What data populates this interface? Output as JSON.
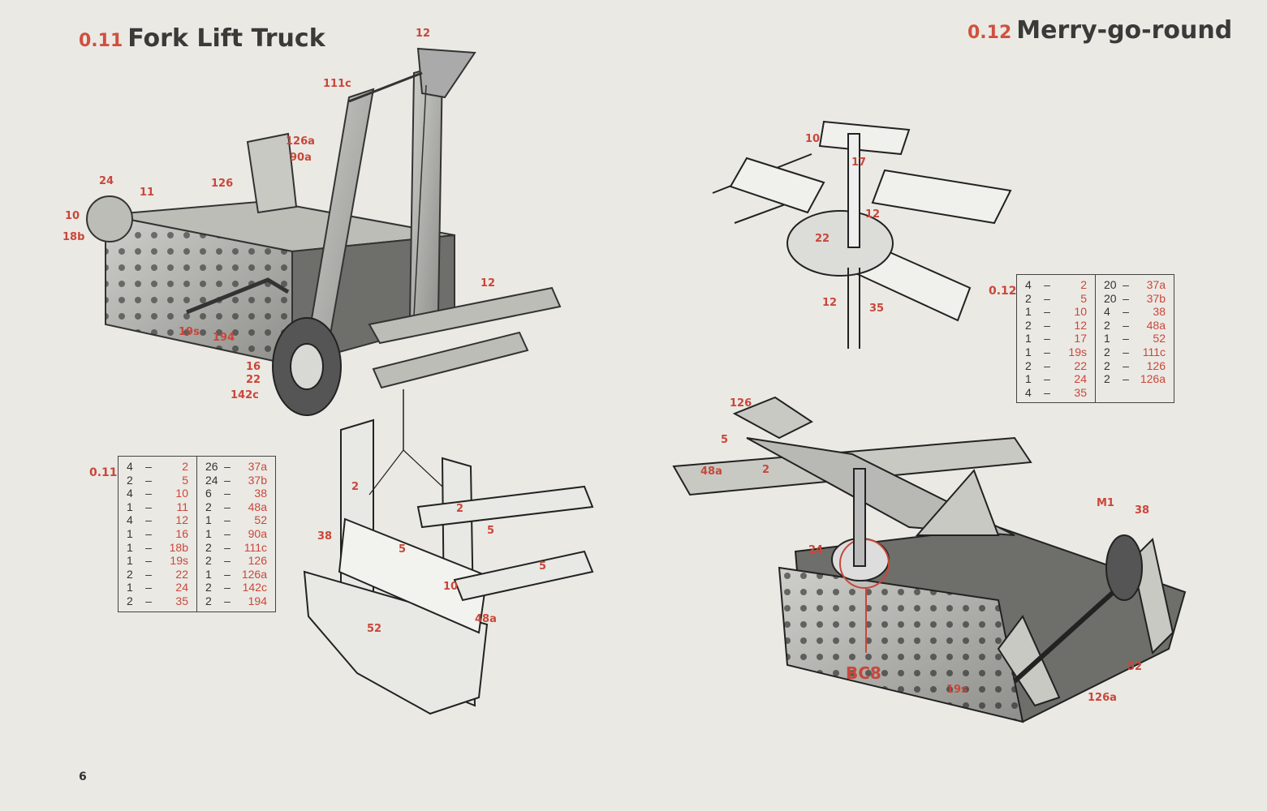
{
  "page_number": "6",
  "models": [
    {
      "number": "0.11",
      "title": "Fork Lift Truck",
      "table_tag": "0.11",
      "parts_left": [
        {
          "qty": "4",
          "dash": "–",
          "part": "2"
        },
        {
          "qty": "2",
          "dash": "–",
          "part": "5"
        },
        {
          "qty": "4",
          "dash": "–",
          "part": "10"
        },
        {
          "qty": "1",
          "dash": "–",
          "part": "11"
        },
        {
          "qty": "4",
          "dash": "–",
          "part": "12"
        },
        {
          "qty": "1",
          "dash": "–",
          "part": "16"
        },
        {
          "qty": "1",
          "dash": "–",
          "part": "18b"
        },
        {
          "qty": "1",
          "dash": "–",
          "part": "19s"
        },
        {
          "qty": "2",
          "dash": "–",
          "part": "22"
        },
        {
          "qty": "1",
          "dash": "–",
          "part": "24"
        },
        {
          "qty": "2",
          "dash": "–",
          "part": "35"
        }
      ],
      "parts_right": [
        {
          "qty": "26",
          "dash": "–",
          "part": "37a"
        },
        {
          "qty": "24",
          "dash": "–",
          "part": "37b"
        },
        {
          "qty": "6",
          "dash": "–",
          "part": "38"
        },
        {
          "qty": "2",
          "dash": "–",
          "part": "48a"
        },
        {
          "qty": "1",
          "dash": "–",
          "part": "52"
        },
        {
          "qty": "1",
          "dash": "–",
          "part": "90a"
        },
        {
          "qty": "2",
          "dash": "–",
          "part": "111c"
        },
        {
          "qty": "2",
          "dash": "–",
          "part": "126"
        },
        {
          "qty": "1",
          "dash": "–",
          "part": "126a"
        },
        {
          "qty": "2",
          "dash": "–",
          "part": "142c"
        },
        {
          "qty": "2",
          "dash": "–",
          "part": "194"
        }
      ]
    },
    {
      "number": "0.12",
      "title": "Merry-go-round",
      "table_tag": "0.12",
      "parts_left": [
        {
          "qty": "4",
          "dash": "–",
          "part": "2"
        },
        {
          "qty": "2",
          "dash": "–",
          "part": "5"
        },
        {
          "qty": "1",
          "dash": "–",
          "part": "10"
        },
        {
          "qty": "2",
          "dash": "–",
          "part": "12"
        },
        {
          "qty": "1",
          "dash": "–",
          "part": "17"
        },
        {
          "qty": "1",
          "dash": "–",
          "part": "19s"
        },
        {
          "qty": "2",
          "dash": "–",
          "part": "22"
        },
        {
          "qty": "1",
          "dash": "–",
          "part": "24"
        },
        {
          "qty": "4",
          "dash": "–",
          "part": "35"
        }
      ],
      "parts_right": [
        {
          "qty": "20",
          "dash": "–",
          "part": "37a"
        },
        {
          "qty": "20",
          "dash": "–",
          "part": "37b"
        },
        {
          "qty": "4",
          "dash": "–",
          "part": "38"
        },
        {
          "qty": "2",
          "dash": "–",
          "part": "48a"
        },
        {
          "qty": "1",
          "dash": "–",
          "part": "52"
        },
        {
          "qty": "2",
          "dash": "–",
          "part": "111c"
        },
        {
          "qty": "2",
          "dash": "–",
          "part": "126"
        },
        {
          "qty": "2",
          "dash": "–",
          "part": "126a"
        }
      ]
    }
  ],
  "callouts": {
    "truck": [
      "12",
      "111c",
      "126a",
      "90a",
      "24",
      "11",
      "126",
      "10",
      "18b",
      "12",
      "19s",
      "194",
      "16",
      "22",
      "142c"
    ],
    "fork_detail": [
      "2",
      "2",
      "38",
      "5",
      "5",
      "5",
      "10",
      "48a",
      "52"
    ],
    "hub_detail": [
      "10",
      "17",
      "12",
      "22",
      "12",
      "35"
    ],
    "carousel": [
      "126",
      "5",
      "48a",
      "2",
      "M1",
      "38",
      "24",
      "BC8",
      "52",
      "19s",
      "126a"
    ]
  },
  "colors": {
    "accent": "#c9473a",
    "ink": "#3a3a38",
    "paper": "#ebe9e4"
  }
}
